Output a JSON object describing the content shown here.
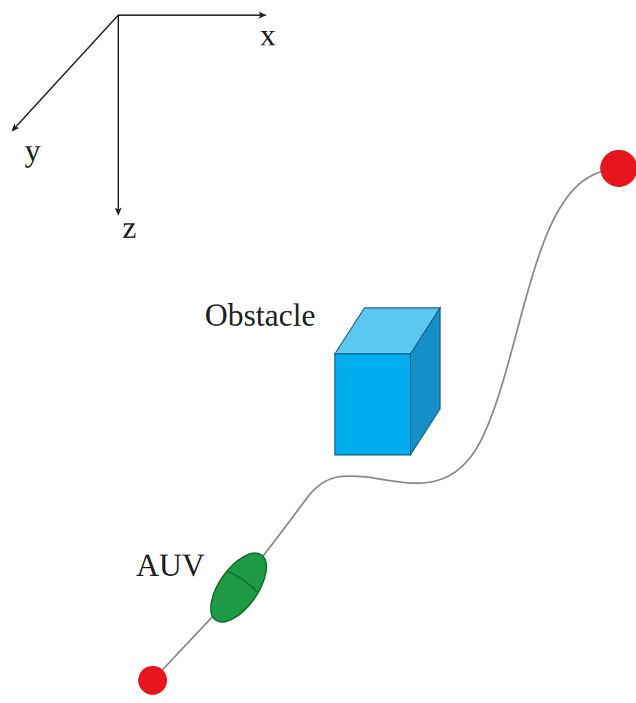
{
  "diagram": {
    "labels": [
      "x",
      "y",
      "z",
      "Obstacle",
      "AUV"
    ]
  }
}
